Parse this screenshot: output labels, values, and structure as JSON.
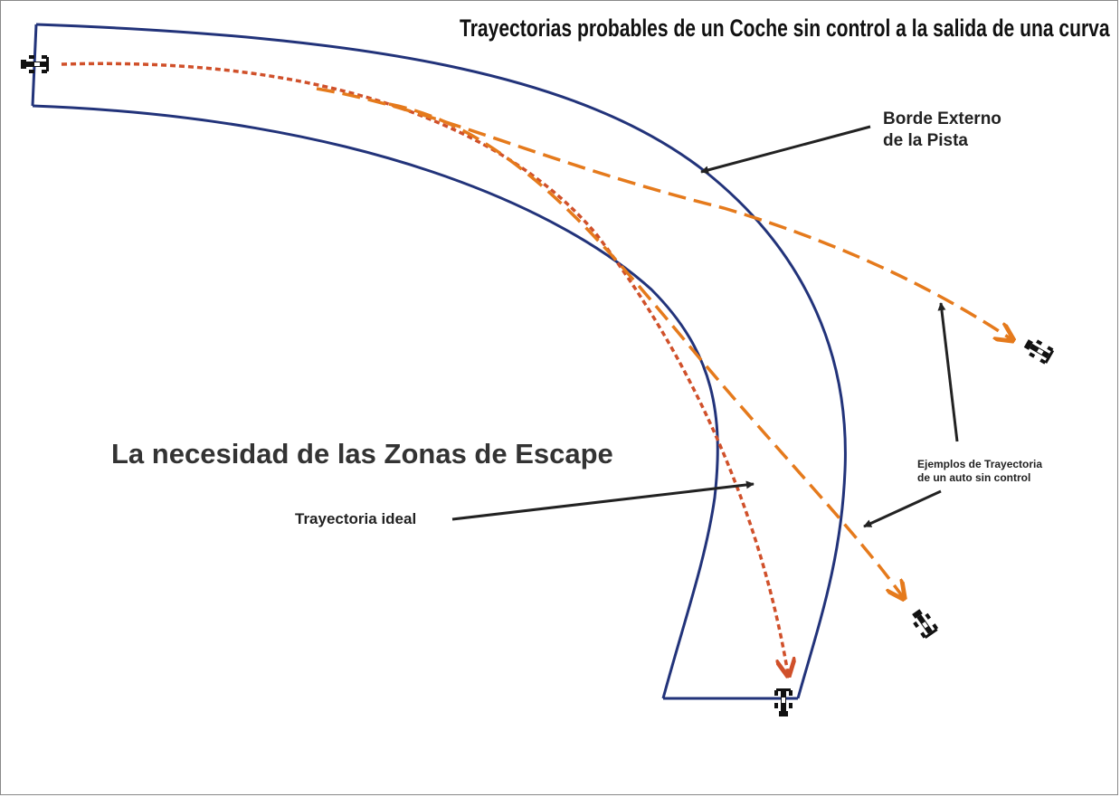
{
  "title": "Trayectorias probables de un Coche sin control a la salida de una curva",
  "heading": "La necesidad de las Zonas de Escape",
  "labels": {
    "outer_edge_line1": "Borde Externo",
    "outer_edge_line2": "de la Pista",
    "ideal_trajectory": "Trayectoria ideal",
    "examples_line1": "Ejemplos de Trayectoria",
    "examples_line2": "de un auto sin control"
  },
  "colors": {
    "track": "#22337a",
    "ideal_path": "#d0502a",
    "uncontrolled_path": "#e57a1c",
    "pointer": "#222222",
    "car": "#111111"
  }
}
